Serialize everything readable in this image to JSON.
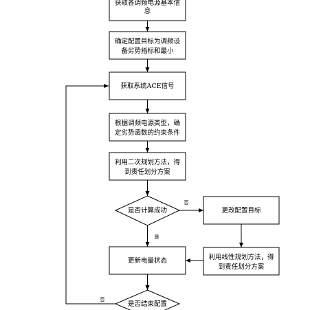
{
  "flowchart": {
    "step1": [
      "获取各调频电源基本信",
      "息"
    ],
    "step2": [
      "确定配置目标为调频设",
      "备劣势指标和最小"
    ],
    "step3": "获取系统ACE信号",
    "step4": [
      "根据调频电源类型，确",
      "定劣势函数的约束条件"
    ],
    "step5": [
      "利用二次规划方法，得",
      "到责任划分方案"
    ],
    "decision1": "是否计算成功",
    "step6": "更改配置目标",
    "step7": [
      "利用线性规划方法，得",
      "到责任划分方案"
    ],
    "step8": "更新电量状态",
    "decision2": "是否结束配置",
    "label_no": "否",
    "label_yes": "是",
    "label_no2": "否"
  }
}
